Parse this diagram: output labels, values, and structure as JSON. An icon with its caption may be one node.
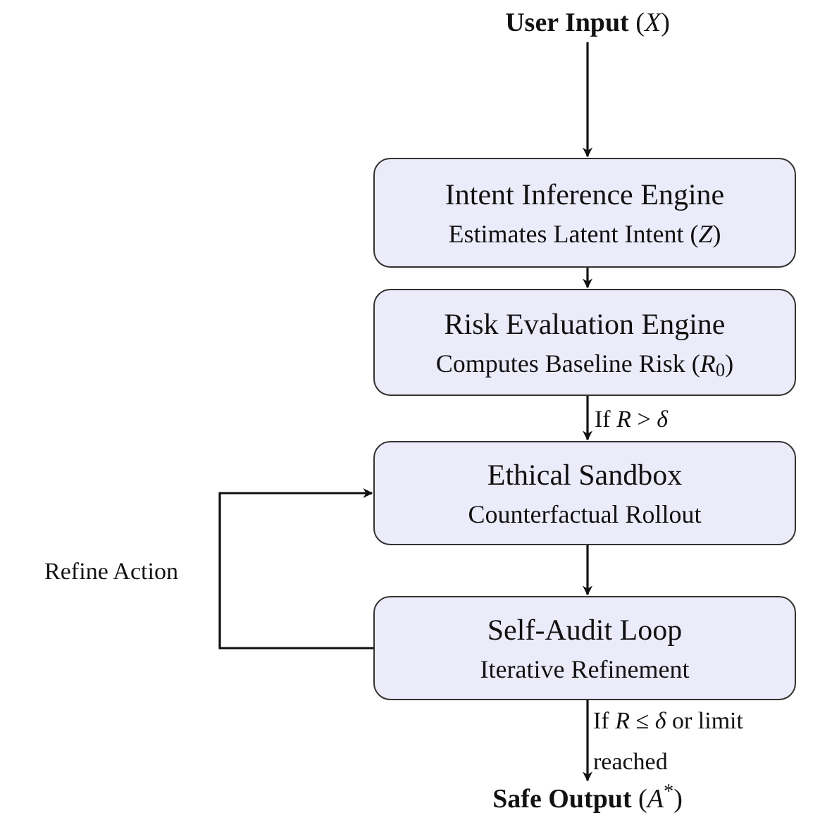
{
  "diagram": {
    "nodes": [
      {
        "text": [
          "**User Input** (*X*)"
        ]
      },
      {
        "text": [
          "Intent Inference Engine",
          "Estimates Latent Intent (*Z*)"
        ]
      },
      {
        "text": [
          "Risk Evaluation Engine",
          "Computes Baseline Risk (*R*$_{0}$)"
        ]
      },
      {
        "text": [
          "Ethical Sandbox",
          "Counterfactual Rollout"
        ]
      },
      {
        "text": [
          "Self-Audit Loop",
          "Iterative Refinement"
        ]
      },
      {
        "text": [
          "**Safe Output** (*A*$^{*}$)"
        ]
      }
    ],
    "edges": [
      {
        "from": 0,
        "to": 1,
        "arrow": "to"
      },
      {
        "from": 1,
        "to": 2,
        "arrow": "to"
      },
      {
        "from": 2,
        "to": 3,
        "arrow": "to",
        "label": "If *R* > *δ*"
      },
      {
        "from": 3,
        "to": 4,
        "arrow": "to"
      },
      {
        "from": 4,
        "to": 3,
        "arrow": "to",
        "label": "Refine Action"
      },
      {
        "from": 4,
        "to": 5,
        "arrow": "to",
        "label": "If *R* ≤ *δ* or limit reached"
      }
    ]
  }
}
